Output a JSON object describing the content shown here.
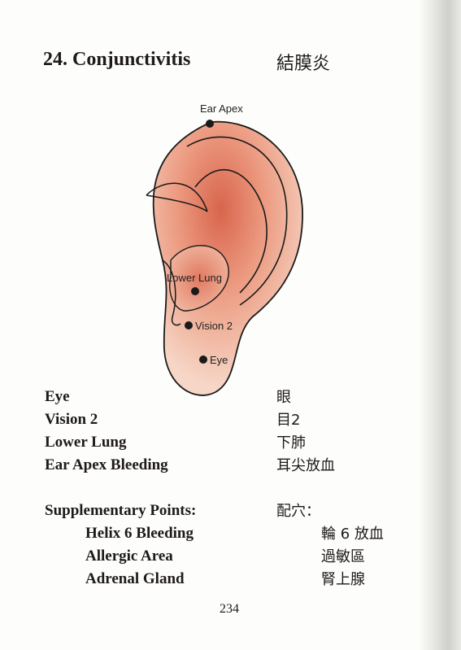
{
  "header": {
    "title": "24. Conjunctivitis",
    "title_cn": "結膜炎"
  },
  "figure": {
    "labels": {
      "ear_apex": "Ear Apex",
      "lower_lung": "Lower Lung",
      "vision2": "Vision 2",
      "eye": "Eye"
    },
    "colors": {
      "skin_light": "#f6d6c6",
      "skin_mid": "#ec9a80",
      "skin_dark": "#d8654d",
      "outline": "#1a1a1a"
    }
  },
  "points": [
    {
      "en": "Eye",
      "cn": "眼"
    },
    {
      "en": "Vision 2",
      "cn": "目2"
    },
    {
      "en": "Lower Lung",
      "cn": "下肺"
    },
    {
      "en": "Ear Apex Bleeding",
      "cn": "耳尖放血"
    }
  ],
  "supplementary": {
    "heading": "Supplementary Points:",
    "heading_cn": "配穴：",
    "items": [
      {
        "en": "Helix 6 Bleeding",
        "cn": "輪 6 放血"
      },
      {
        "en": "Allergic Area",
        "cn": "過敏區"
      },
      {
        "en": "Adrenal Gland",
        "cn": "腎上腺"
      }
    ]
  },
  "footer": {
    "page_number": "234"
  }
}
